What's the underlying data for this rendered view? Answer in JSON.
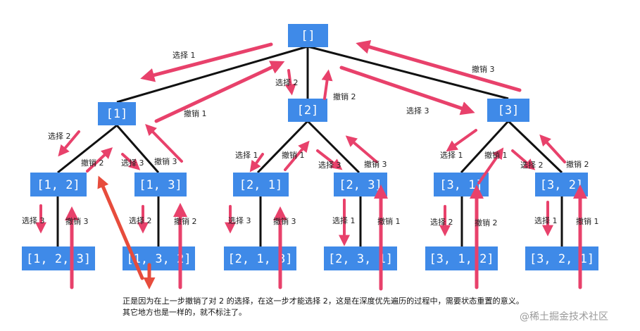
{
  "nodes": {
    "root": "[]",
    "n1": "[1]",
    "n2": "[2]",
    "n3": "[3]",
    "n12": "[1, 2]",
    "n13": "[1, 3]",
    "n21": "[2, 1]",
    "n23": "[2, 3]",
    "n31": "[3, 1]",
    "n32": "[3, 2]",
    "n123": "[1, 2, 3]",
    "n132": "[1, 3, 2]",
    "n213": "[2, 1, 3]",
    "n231": "[2, 3, 1]",
    "n312": "[3, 1, 2]",
    "n321": "[3, 2, 1]"
  },
  "labels": {
    "choose1_root": "选择 1",
    "choose2_root": "选择 2",
    "choose3_root": "选择 3",
    "undo1_root": "撤销 1",
    "undo2_root": "撤销 2",
    "undo3_root": "撤销 3",
    "choose2_n1": "选择 2",
    "undo2_n1": "撤销 2",
    "choose3_n1": "选择 3",
    "undo3_n1": "撤销 3",
    "choose1_n2": "选择 1",
    "undo1_n2": "撤销 1",
    "choose3_n2": "选择 3",
    "undo3_n2": "撤销 3",
    "choose1_n3": "选择 1",
    "undo1_n3": "撤销 1",
    "choose2_n3": "选择 2",
    "undo2_n3": "撤销 2",
    "choose3_n12": "选择 3",
    "undo3_n12": "撤销 3",
    "choose2_n13": "选择 2",
    "undo2_n13": "撤销 2",
    "choose3_n21": "选择 3",
    "undo3_n21": "撤销 3",
    "choose1_n23": "选择 1",
    "undo1_n23": "撤销 1",
    "choose2_n31": "选择 2",
    "undo2_n31": "撤销 2",
    "choose1_n32": "选择 1",
    "undo1_n32": "撤销 1"
  },
  "caption": {
    "line1": "正是因为在上一步撤销了对  2  的选择，在这一步才能选择  2，这是在深度优先遍历的过程中，需要状态重置的意义。",
    "line2": "其它地方也是一样的，就不标注了。"
  },
  "watermark": "@稀土掘金技术社区",
  "colors": {
    "node": "#3f8ae8",
    "arrow": "#e8416b",
    "annotation_arrow": "#e74c3c",
    "edge": "#111111"
  }
}
